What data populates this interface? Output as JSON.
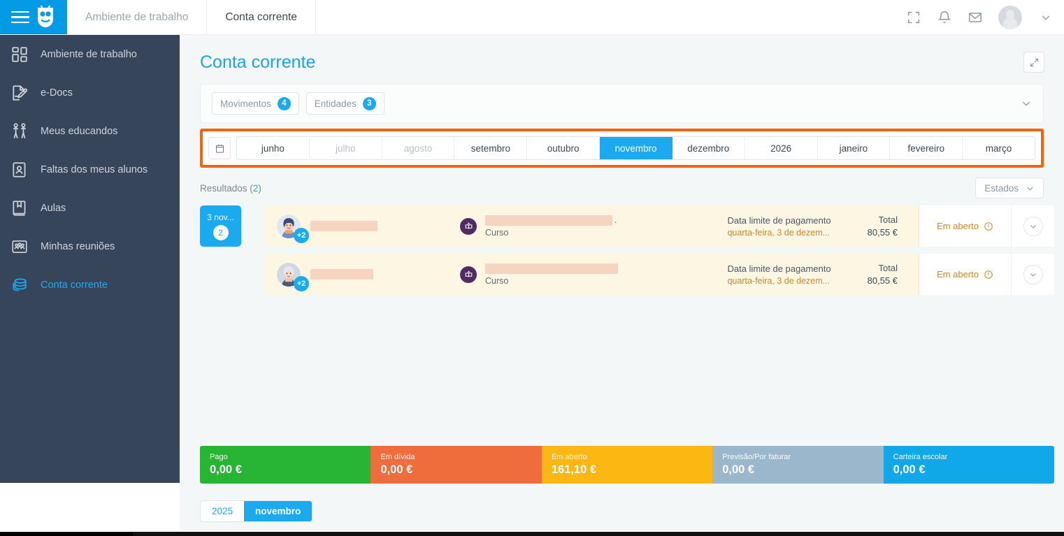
{
  "topbar": {
    "logo_icon": "owl-logo-icon",
    "menu_icon": "hamburger-menu-icon",
    "tabs": [
      {
        "label": "Ambiente de trabalho",
        "active": false
      },
      {
        "label": "Conta corrente",
        "active": true
      }
    ],
    "icons": [
      {
        "name": "fullscreen-icon"
      },
      {
        "name": "notifications-bell-icon"
      },
      {
        "name": "mail-envelope-icon"
      },
      {
        "name": "user-avatar"
      },
      {
        "name": "chevron-down-icon"
      }
    ]
  },
  "sidebar": {
    "items": [
      {
        "label": "Ambiente de trabalho",
        "icon": "dashboard-grid-icon",
        "active": false
      },
      {
        "label": "e-Docs",
        "icon": "document-pen-icon",
        "active": false
      },
      {
        "label": "Meus educandos",
        "icon": "two-children-icon",
        "active": false
      },
      {
        "label": "Faltas dos meus alunos",
        "icon": "person-card-icon",
        "active": false
      },
      {
        "label": "Aulas",
        "icon": "book-bookmark-icon",
        "active": false
      },
      {
        "label": "Minhas reuniões",
        "icon": "people-group-icon",
        "active": false
      },
      {
        "label": "Conta corrente",
        "icon": "coins-stack-icon",
        "active": true
      }
    ]
  },
  "page": {
    "title": "Conta corrente",
    "expand_icon": "expand-diagonal-icon"
  },
  "filters": {
    "chips": [
      {
        "label": "Movimentos",
        "count": "4"
      },
      {
        "label": "Entidades",
        "count": "3"
      }
    ],
    "collapse_icon": "chevron-down-icon"
  },
  "month_selector": {
    "calendar_icon": "calendar-icon",
    "highlight_color": "#f4640c",
    "cells": [
      {
        "label": "junho",
        "state": "normal"
      },
      {
        "label": "julho",
        "state": "muted"
      },
      {
        "label": "agosto",
        "state": "muted"
      },
      {
        "label": "setembro",
        "state": "normal"
      },
      {
        "label": "outubro",
        "state": "normal"
      },
      {
        "label": "novembro",
        "state": "selected"
      },
      {
        "label": "dezembro",
        "state": "normal"
      },
      {
        "label": "2026",
        "state": "year"
      },
      {
        "label": "janeiro",
        "state": "normal"
      },
      {
        "label": "fevereiro",
        "state": "normal"
      },
      {
        "label": "março",
        "state": "normal"
      }
    ]
  },
  "results": {
    "label": "Resultados",
    "count": "2",
    "states_button": "Estados",
    "states_icon": "chevron-down-icon",
    "rows": [
      {
        "date_day": "3 nov...",
        "date_count": "2",
        "show_date_badge": true,
        "avatar": "female-young-avatar",
        "plus_badge": "+2",
        "name_redacted_width": 96,
        "course_redacted_width": 182,
        "course_icon": "graduation-book-icon",
        "course_label": "Curso",
        "has_trailing_dot": true,
        "payment_title": "Data limite de pagamento",
        "payment_date": "quarta-feira, 3 de dezem...",
        "total_label": "Total",
        "total_value": "80,55 €",
        "state_label": "Em aberto",
        "state_icon": "warning-circle-icon",
        "expand_icon": "chevron-down-icon"
      },
      {
        "date_day": "",
        "date_count": "",
        "show_date_badge": false,
        "avatar": "female-elder-avatar",
        "plus_badge": "+2",
        "name_redacted_width": 90,
        "course_redacted_width": 190,
        "course_icon": "graduation-book-icon",
        "course_label": "Curso",
        "has_trailing_dot": false,
        "payment_title": "Data limite de pagamento",
        "payment_date": "quarta-feira, 3 de dezem...",
        "total_label": "Total",
        "total_value": "80,55 €",
        "state_label": "Em aberto",
        "state_icon": "warning-circle-icon",
        "expand_icon": "chevron-down-icon"
      }
    ]
  },
  "summary": {
    "cells": [
      {
        "label": "Pago",
        "value": "0,00 €",
        "color": "#29b534"
      },
      {
        "label": "Em dívida",
        "value": "0,00 €",
        "color": "#ef6d3c"
      },
      {
        "label": "Em aberto",
        "value": "161,10 €",
        "color": "#fcb713"
      },
      {
        "label": "Previsão/Por faturar",
        "value": "0,00 €",
        "color": "#9ab7cc"
      },
      {
        "label": "Carteira escolar",
        "value": "0,00 €",
        "color": "#10a8e8"
      }
    ]
  },
  "bottom_tabs": [
    {
      "label": "2025",
      "selected": false
    },
    {
      "label": "novembro",
      "selected": true
    }
  ]
}
